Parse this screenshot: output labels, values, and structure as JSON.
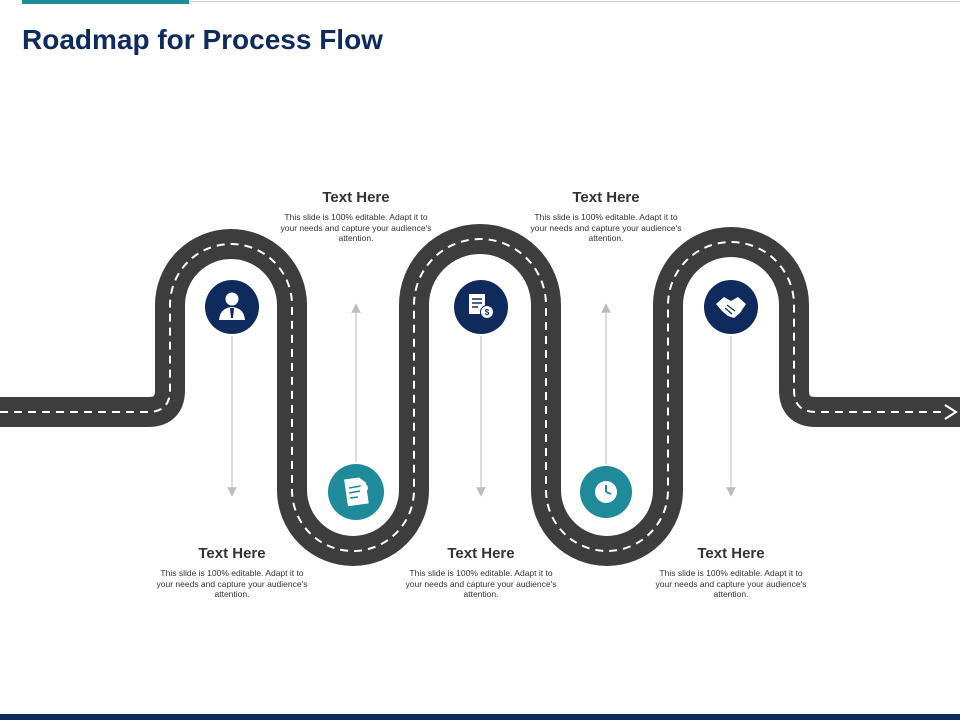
{
  "slide": {
    "title": "Roadmap for Process Flow",
    "colors": {
      "navy": "#0f2a5c",
      "teal": "#1f8a9a",
      "road": "#3d3d3d",
      "text": "#333333"
    }
  },
  "steps": [
    {
      "heading": "Text Here",
      "body": "This slide is 100% editable. Adapt it to your needs and capture your audience's attention.",
      "icon": "businessman-icon",
      "color": "navy"
    },
    {
      "heading": "Text Here",
      "body": "This slide is 100% editable. Adapt it to your needs and capture your audience's attention.",
      "icon": "document-location-icon",
      "color": "teal"
    },
    {
      "heading": "Text Here",
      "body": "This slide is 100% editable. Adapt it to your needs and capture your audience's attention.",
      "icon": "invoice-money-bag-icon",
      "color": "navy"
    },
    {
      "heading": "Text Here",
      "body": "This slide is 100% editable. Adapt it to your needs and capture your audience's attention.",
      "icon": "clock-icon",
      "color": "teal"
    },
    {
      "heading": "Text Here",
      "body": "This slide is 100% editable. Adapt it to your needs and capture your audience's attention.",
      "icon": "handshake-icon",
      "color": "navy"
    }
  ]
}
